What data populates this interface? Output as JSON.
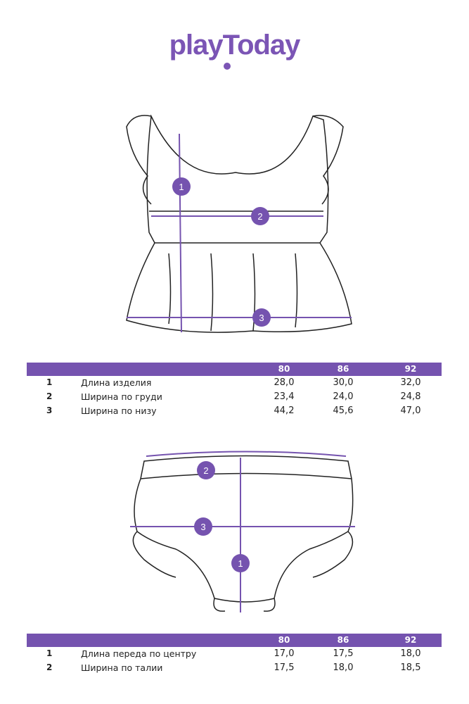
{
  "brand": {
    "logo": "playToday",
    "color": "#7553af"
  },
  "top_chart": {
    "sizes": [
      "80",
      "86",
      "92"
    ],
    "rows": [
      {
        "num": "1",
        "label": "Длина изделия",
        "values": [
          "28,0",
          "30,0",
          "32,0"
        ]
      },
      {
        "num": "2",
        "label": "Ширина по груди",
        "values": [
          "23,4",
          "24,0",
          "24,8"
        ]
      },
      {
        "num": "3",
        "label": "Ширина по низу",
        "values": [
          "44,2",
          "45,6",
          "47,0"
        ]
      }
    ],
    "markers": [
      "1",
      "2",
      "3"
    ]
  },
  "bottom_chart": {
    "sizes": [
      "80",
      "86",
      "92"
    ],
    "rows": [
      {
        "num": "1",
        "label": "Длина переда по центру",
        "values": [
          "17,0",
          "17,5",
          "18,0"
        ]
      },
      {
        "num": "2",
        "label": "Ширина по талии",
        "values": [
          "17,5",
          "18,0",
          "18,5"
        ]
      }
    ],
    "markers": [
      "1",
      "2",
      "3"
    ]
  }
}
